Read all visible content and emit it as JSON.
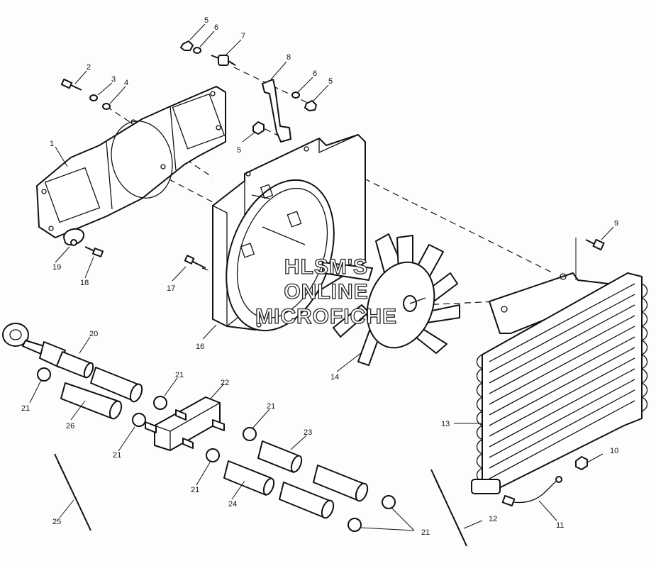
{
  "watermark": {
    "line1": "HLSM'S",
    "line2": "ONLINE",
    "line3": "MICROFICHE"
  },
  "callouts": {
    "c1": "1",
    "c2": "2",
    "c3": "3",
    "c4": "4",
    "c5a": "5",
    "c5b": "5",
    "c5c": "5",
    "c6a": "6",
    "c6b": "6",
    "c7": "7",
    "c8": "8",
    "c9": "9",
    "c10": "10",
    "c11": "11",
    "c12": "12",
    "c13": "13",
    "c14": "14",
    "c16": "16",
    "c17": "17",
    "c18": "18",
    "c19": "19",
    "c20": "20",
    "c21a": "21",
    "c21b": "21",
    "c21c": "21",
    "c21d": "21",
    "c21e": "21",
    "c21f": "21",
    "c22": "22",
    "c23": "23",
    "c24": "24",
    "c25": "25",
    "c26": "26"
  }
}
